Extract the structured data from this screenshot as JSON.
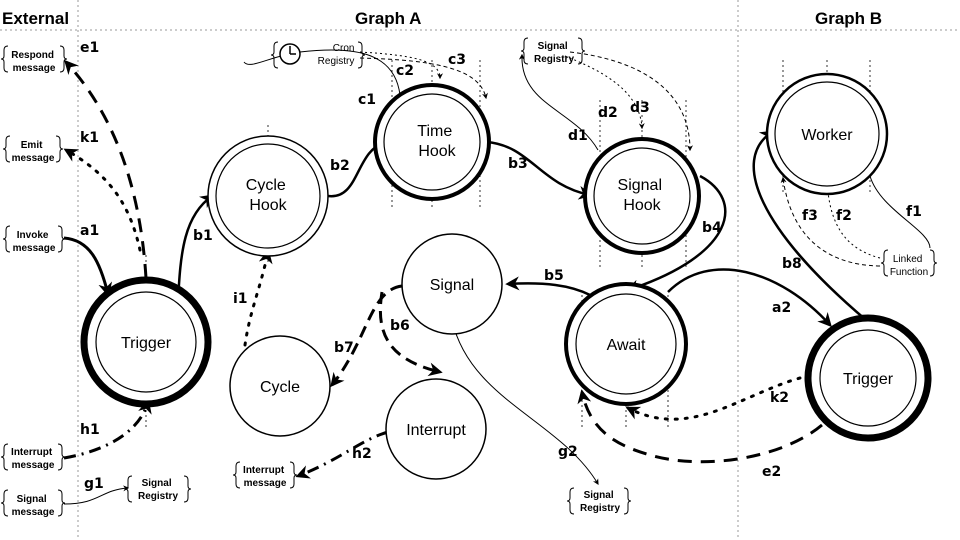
{
  "headers": {
    "external": "External",
    "graph_a": "Graph A",
    "graph_b": "Graph B"
  },
  "nodes": {
    "trigger_a": "Trigger",
    "cycle_hook": [
      "Cycle",
      "Hook"
    ],
    "time_hook": [
      "Time",
      "Hook"
    ],
    "signal_hook": [
      "Signal",
      "Hook"
    ],
    "signal": "Signal",
    "cycle": "Cycle",
    "interrupt": "Interrupt",
    "await": "Await",
    "worker": "Worker",
    "trigger_b": "Trigger"
  },
  "externals": {
    "respond_message": [
      "Respond",
      "message"
    ],
    "emit_message": [
      "Emit",
      "message"
    ],
    "invoke_message": [
      "Invoke",
      "message"
    ],
    "interrupt_message_left": [
      "Interrupt",
      "message"
    ],
    "signal_message": [
      "Signal",
      "message"
    ],
    "signal_registry_left": [
      "Signal",
      "Registry"
    ],
    "cron_registry": [
      "Cron",
      "Registry"
    ],
    "signal_registry_top": [
      "Signal",
      "Registry"
    ],
    "interrupt_message_mid": [
      "Interrupt",
      "message"
    ],
    "signal_registry_bottom": [
      "Signal",
      "Registry"
    ],
    "linked_function": [
      "Linked",
      "Function"
    ]
  },
  "edge_labels": {
    "e1": "e1",
    "k1": "k1",
    "a1": "a1",
    "h1": "h1",
    "g1": "g1",
    "b1": "b1",
    "b2": "b2",
    "b3": "b3",
    "b4": "b4",
    "b5": "b5",
    "b6": "b6",
    "b7": "b7",
    "b8": "b8",
    "i1": "i1",
    "h2": "h2",
    "c1": "c1",
    "c2": "c2",
    "c3": "c3",
    "d1": "d1",
    "d2": "d2",
    "d3": "d3",
    "g2": "g2",
    "a2": "a2",
    "k2": "k2",
    "e2": "e2",
    "f1": "f1",
    "f2": "f2",
    "f3": "f3"
  },
  "icons": {
    "clock": "clock-icon"
  }
}
